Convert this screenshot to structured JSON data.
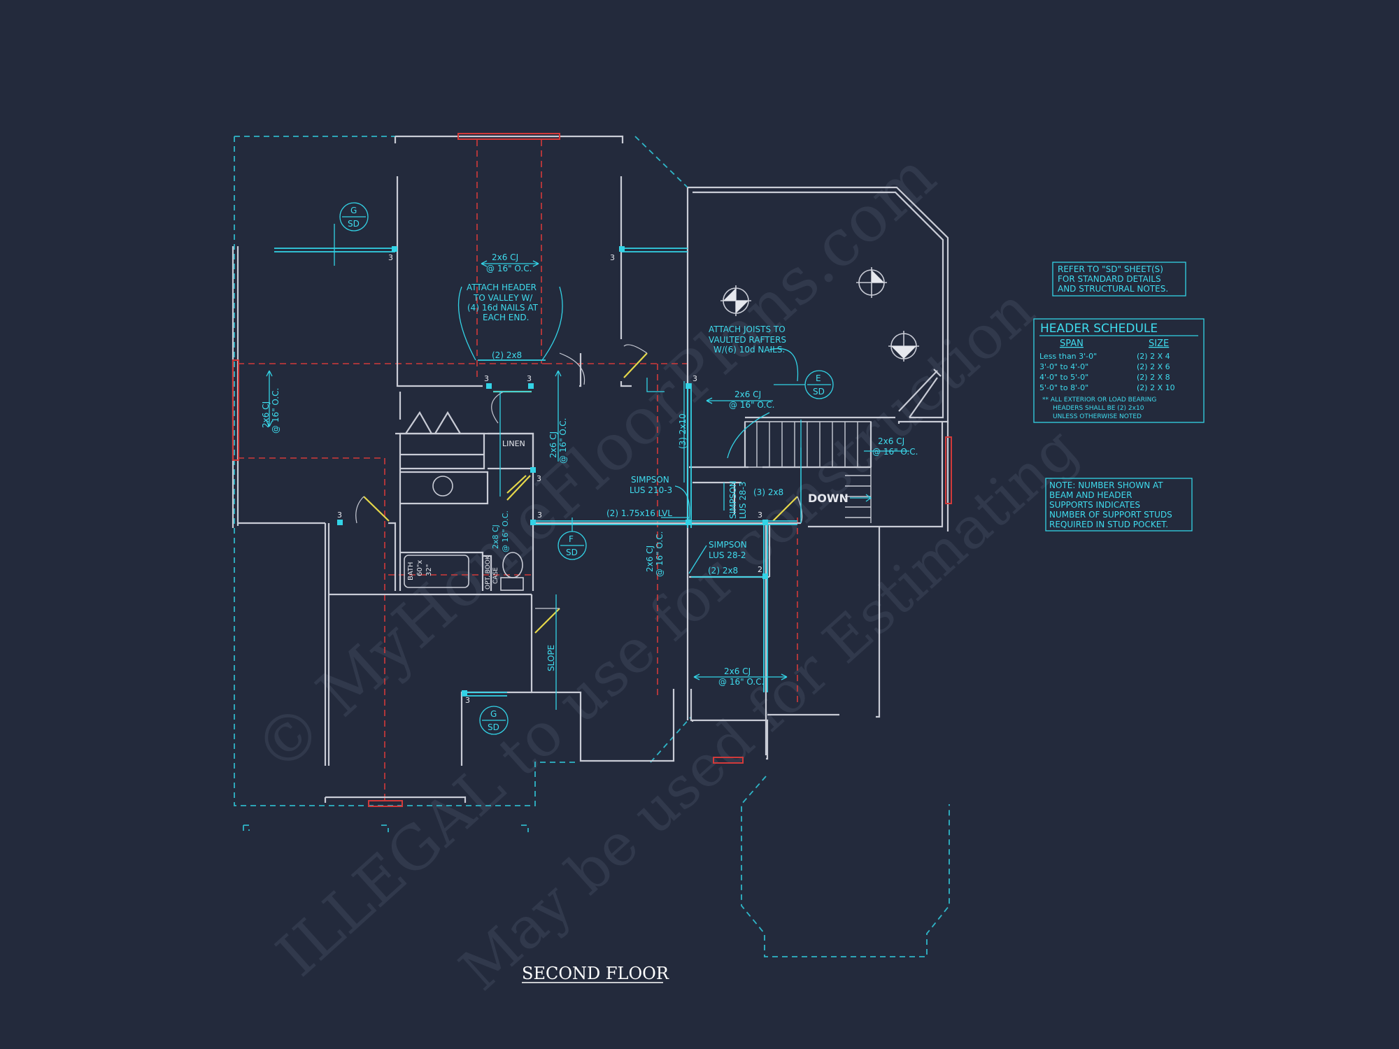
{
  "title": "SECOND FLOOR",
  "watermark": {
    "line1": "© MyHomeFloorPlans.com",
    "line2": "ILLEGAL to use for construction",
    "line3": "May be used for Estimating"
  },
  "notes": {
    "refer_sd": [
      "REFER TO \"SD\" SHEET(S)",
      "FOR STANDARD DETAILS",
      "AND STRUCTURAL NOTES."
    ],
    "support_note": [
      "NOTE: NUMBER SHOWN AT",
      "BEAM AND HEADER",
      "SUPPORTS INDICATES",
      "NUMBER OF SUPPORT STUDS",
      "REQUIRED IN STUD POCKET."
    ],
    "attach_header": [
      "ATTACH HEADER",
      "TO VALLEY W/",
      "(4) 16d NAILS AT",
      "EACH END."
    ],
    "attach_joists": [
      "ATTACH JOISTS TO",
      "VAULTED RAFTERS",
      "W/(6) 10d NAILS."
    ]
  },
  "header_schedule": {
    "title": "HEADER SCHEDULE",
    "col_span": "SPAN",
    "col_size": "SIZE",
    "rows": [
      {
        "span": "Less than 3'-0\"",
        "size": "(2) 2 X 4"
      },
      {
        "span": "3'-0\" to 4'-0\"",
        "size": "(2) 2 X 6"
      },
      {
        "span": "4'-0\" to 5'-0\"",
        "size": "(2) 2 X 8"
      },
      {
        "span": "5'-0\" to 8'-0\"",
        "size": "(2) 2 X 10"
      }
    ],
    "footnote": [
      "** ALL EXTERIOR OR LOAD BEARING",
      "HEADERS SHALL BE (2) 2x10",
      "UNLESS OTHERWISE NOTED"
    ]
  },
  "labels": {
    "cj_top": "2x6 CJ",
    "oc_top": "@ 16\" O.C.",
    "cj_left": "2x6 CJ",
    "oc_left": "@ 16\" O.C.",
    "cj_center": "2x6 CJ",
    "oc_center": "@ 16\" O.C.",
    "cj_hall": "2x6 CJ",
    "oc_hall": "@ 16\" O.C.",
    "cj_stair": "2x6 CJ",
    "oc_stair": "@ 16\" O.C.",
    "cj_right": "2x6 CJ",
    "oc_right": "@ 16\" O.C.",
    "cj_bottom": "2x6 CJ",
    "oc_bottom": "@ 16\" O.C.",
    "cj_bath": "2x8 CJ",
    "oc_bath": "@ 16\" O.C.",
    "header_2x8_top": "(2) 2x8",
    "header_2x8_mid": "(2) 2x8",
    "header_3x8": "(3) 2x8",
    "header_3x10": "(3) 2x10",
    "lvl": "(2) 1.75x16 LVL",
    "simpson_lus210": [
      "SIMPSON",
      "LUS 210-3"
    ],
    "simpson_lus28_2": [
      "SIMPSON",
      "LUS 28-2"
    ],
    "simpson_lus28_3": [
      "SIMPSON",
      "LUS 28-3"
    ],
    "linen": "LINEN",
    "bath": [
      "BATH",
      "60\"x",
      "32\""
    ],
    "opt_bookcase": [
      "OPT. BOOK",
      "CASE"
    ],
    "slope": "SLOPE",
    "down": "DOWN",
    "stud_3": "3",
    "stud_2": "2"
  },
  "sections": [
    {
      "letter": "G",
      "sheet": "SD"
    },
    {
      "letter": "E",
      "sheet": "SD"
    },
    {
      "letter": "F",
      "sheet": "SD"
    },
    {
      "letter": "G",
      "sheet": "SD"
    }
  ]
}
